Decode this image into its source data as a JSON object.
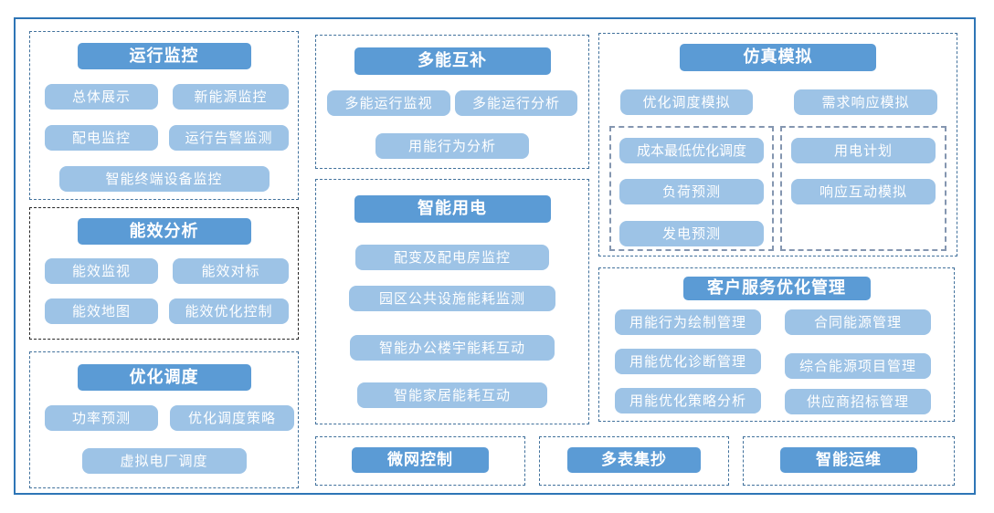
{
  "diagram": {
    "colors": {
      "header_bg": "#5B9BD5",
      "item_bg": "#9DC3E6",
      "text": "#FFFFFF",
      "dash_blue": "#41719C",
      "dash_black": "#262626",
      "dash_gray": "#8496B0",
      "frame_border": "#2E75B6"
    },
    "groups": [
      {
        "title": "运行监控",
        "items": [
          "总体展示",
          "新能源监控",
          "配电监控",
          "运行告警监测",
          "智能终端设备监控"
        ]
      },
      {
        "title": "能效分析",
        "items": [
          "能效监视",
          "能效对标",
          "能效地图",
          "能效优化控制"
        ]
      },
      {
        "title": "优化调度",
        "items": [
          "功率预测",
          "优化调度策略",
          "虚拟电厂调度"
        ]
      },
      {
        "title": "多能互补",
        "items": [
          "多能运行监视",
          "多能运行分析",
          "用能行为分析"
        ]
      },
      {
        "title": "智能用电",
        "items": [
          "配变及配电房监控",
          "园区公共设施能耗监测",
          "智能办公楼宇能耗互动",
          "智能家居能耗互动"
        ]
      },
      {
        "title": "仿真模拟",
        "items": [
          "优化调度模拟",
          "需求响应模拟"
        ],
        "subgroups": [
          {
            "items": [
              "成本最低优化调度",
              "负荷预测",
              "发电预测"
            ]
          },
          {
            "items": [
              "用电计划",
              "响应互动模拟"
            ]
          }
        ]
      },
      {
        "title": "客户服务优化管理",
        "columns": [
          [
            "用能行为绘制管理",
            "用能优化诊断管理",
            "用能优化策略分析"
          ],
          [
            "合同能源管理",
            "综合能源项目管理",
            "供应商招标管理"
          ]
        ]
      },
      {
        "title": "微网控制",
        "items": []
      },
      {
        "title": "多表集抄",
        "items": []
      },
      {
        "title": "智能运维",
        "items": []
      }
    ]
  }
}
